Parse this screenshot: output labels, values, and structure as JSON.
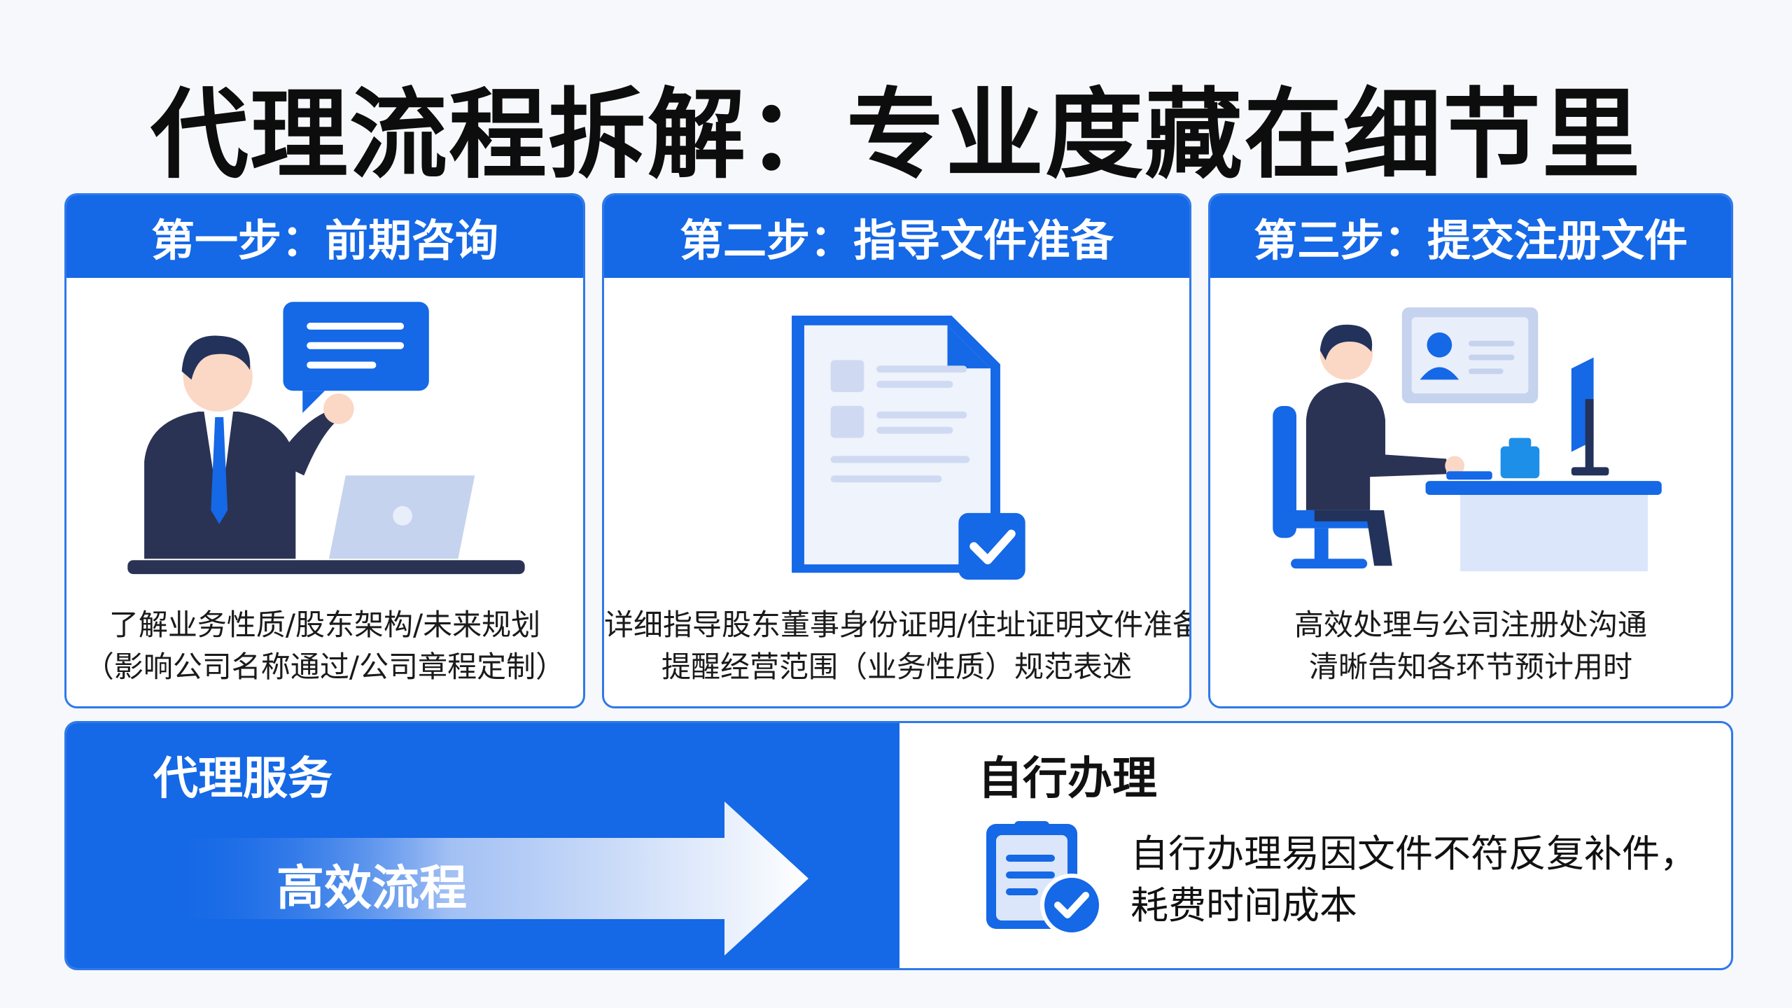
{
  "title": "代理流程拆解：专业度藏在细节里",
  "steps": [
    {
      "header": "第一步：前期咨询",
      "lines": [
        "了解业务性质/股东架构/未来规划",
        "（影响公司名称通过/公司章程定制）"
      ],
      "icon": "consultant-laptop-chat-icon"
    },
    {
      "header": "第二步：指导文件准备",
      "lines": [
        "详细指导股东董事身份证明/住址证明文件准备",
        "提醒经营范围（业务性质）规范表述"
      ],
      "icon": "document-check-icon"
    },
    {
      "header": "第三步：提交注册文件",
      "lines": [
        "高效处理与公司注册处沟通",
        "清晰告知各环节预计用时"
      ],
      "icon": "office-worker-computer-icon"
    }
  ],
  "comparison": {
    "agent": {
      "title": "代理服务",
      "arrow_label": "高效流程"
    },
    "self": {
      "title": "自行办理",
      "lines": [
        "自行办理易因文件不符反复补件，",
        "耗费时间成本"
      ],
      "icon": "clipboard-check-icon"
    }
  },
  "colors": {
    "primary": "#1568e6",
    "border": "#2f79ea",
    "light": "#dbe6fb"
  }
}
